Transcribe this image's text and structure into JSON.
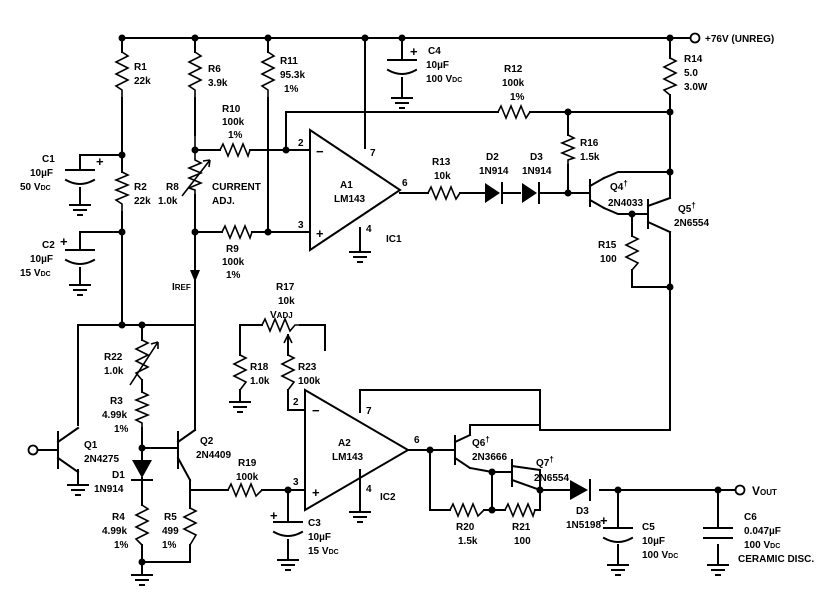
{
  "nets": {
    "supply": "+76V (UNREG)",
    "output": "V",
    "output_sub": "OUT",
    "iref": "I",
    "iref_sub": "REF",
    "vadj": "V",
    "vadj_sub": "ADJ"
  },
  "opamps": {
    "a1": {
      "name": "A1",
      "part": "LM143",
      "ic": "IC1",
      "pin_inv": "2",
      "pin_non": "3",
      "pin_out": "6",
      "pin_v_pos": "7",
      "pin_v_neg": "4"
    },
    "a2": {
      "name": "A2",
      "part": "LM143",
      "ic": "IC2",
      "pin_inv": "2",
      "pin_non": "3",
      "pin_out": "6",
      "pin_v_pos": "7",
      "pin_v_neg": "4"
    }
  },
  "resistors": {
    "r1": {
      "name": "R1",
      "value": "22k"
    },
    "r2": {
      "name": "R2",
      "value": "22k"
    },
    "r3": {
      "name": "R3",
      "value": "4.99k",
      "tol": "1%"
    },
    "r4": {
      "name": "R4",
      "value": "4.99k",
      "tol": "1%"
    },
    "r5": {
      "name": "R5",
      "value": "499",
      "tol": "1%"
    },
    "r6": {
      "name": "R6",
      "value": "3.9k"
    },
    "r8": {
      "name": "R8",
      "value": "1.0k",
      "label1": "CURRENT",
      "label2": "ADJ."
    },
    "r9": {
      "name": "R9",
      "value": "100k",
      "tol": "1%"
    },
    "r10": {
      "name": "R10",
      "value": "100k",
      "tol": "1%"
    },
    "r11": {
      "name": "R11",
      "value": "95.3k",
      "tol": "1%"
    },
    "r12": {
      "name": "R12",
      "value": "100k",
      "tol": "1%"
    },
    "r13": {
      "name": "R13",
      "value": "10k"
    },
    "r14": {
      "name": "R14",
      "value": "5.0",
      "power": "3.0W"
    },
    "r15": {
      "name": "R15",
      "value": "100"
    },
    "r16": {
      "name": "R16",
      "value": "1.5k"
    },
    "r17": {
      "name": "R17",
      "value": "10k"
    },
    "r18": {
      "name": "R18",
      "value": "1.0k"
    },
    "r19": {
      "name": "R19",
      "value": "100k"
    },
    "r20": {
      "name": "R20",
      "value": "1.5k"
    },
    "r21": {
      "name": "R21",
      "value": "100"
    },
    "r22": {
      "name": "R22",
      "value": "1.0k"
    },
    "r23": {
      "name": "R23",
      "value": "100k"
    }
  },
  "capacitors": {
    "c1": {
      "name": "C1",
      "value": "10µF",
      "rating": "50 V",
      "rating_sub": "DC"
    },
    "c2": {
      "name": "C2",
      "value": "10µF",
      "rating": "15 V",
      "rating_sub": "DC"
    },
    "c3": {
      "name": "C3",
      "value": "10µF",
      "rating": "15 V",
      "rating_sub": "DC"
    },
    "c4": {
      "name": "C4",
      "value": "10µF",
      "rating": "100 V",
      "rating_sub": "DC"
    },
    "c5": {
      "name": "C5",
      "value": "10µF",
      "rating": "100 V",
      "rating_sub": "DC"
    },
    "c6": {
      "name": "C6",
      "value": "0.047µF",
      "rating": "100 V",
      "rating_sub": "DC",
      "type": "CERAMIC DISC."
    }
  },
  "diodes": {
    "d1": {
      "name": "D1",
      "part": "1N914"
    },
    "d2": {
      "name": "D2",
      "part": "1N914"
    },
    "d3a": {
      "name": "D3",
      "part": "1N914"
    },
    "d3b": {
      "name": "D3",
      "part": "1N5198"
    }
  },
  "transistors": {
    "q1": {
      "name": "Q1",
      "part": "2N4275"
    },
    "q2": {
      "name": "Q2",
      "part": "2N4409"
    },
    "q4": {
      "name": "Q4",
      "mark": "†",
      "part": "2N4033"
    },
    "q5": {
      "name": "Q5",
      "mark": "†",
      "part": "2N6554"
    },
    "q6": {
      "name": "Q6",
      "mark": "†",
      "part": "2N3666"
    },
    "q7": {
      "name": "Q7",
      "mark": "†",
      "part": "2N6554"
    }
  }
}
